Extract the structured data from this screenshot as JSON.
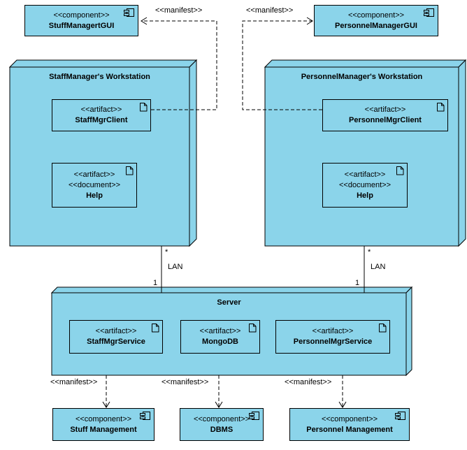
{
  "colors": {
    "fill": "#8bd4ea",
    "border": "#000000",
    "background": "#ffffff"
  },
  "top_components": {
    "stuff_gui": {
      "stereotype": "<<component>>",
      "name": "StuffManagertGUI"
    },
    "personnel_gui": {
      "stereotype": "<<component>>",
      "name": "PersonnelManagerGUI"
    }
  },
  "nodes": {
    "staff_ws": {
      "title": "StaffManager's Workstation"
    },
    "personnel_ws": {
      "title": "PersonnelManager's Workstation"
    },
    "server": {
      "title": "Server"
    }
  },
  "artifacts": {
    "staff_client": {
      "stereotype": "<<artifact>>",
      "name": "StaffMgrClient"
    },
    "help_left": {
      "stereotype": "<<artifact>>",
      "stereotype2": "<<document>>",
      "name": "Help"
    },
    "personnel_client": {
      "stereotype": "<<artifact>>",
      "name": "PersonnelMgrClient"
    },
    "help_right": {
      "stereotype": "<<artifact>>",
      "stereotype2": "<<document>>",
      "name": "Help"
    },
    "staff_service": {
      "stereotype": "<<artifact>>",
      "name": "StaffMgrService"
    },
    "mongodb": {
      "stereotype": "<<artifact>>",
      "name": "MongoDB"
    },
    "personnel_service": {
      "stereotype": "<<artifact>>",
      "name": "PersonnelMgrService"
    }
  },
  "bottom_components": {
    "stuff_mgmt": {
      "stereotype": "<<component>>",
      "name": "Stuff Management"
    },
    "dbms": {
      "stereotype": "<<component>>",
      "name": "DBMS"
    },
    "personnel_mgmt": {
      "stereotype": "<<component>>",
      "name": "Personnel Management"
    }
  },
  "edge_labels": {
    "manifest": "<<manifest>>",
    "lan": "LAN",
    "star": "*",
    "one": "1"
  }
}
